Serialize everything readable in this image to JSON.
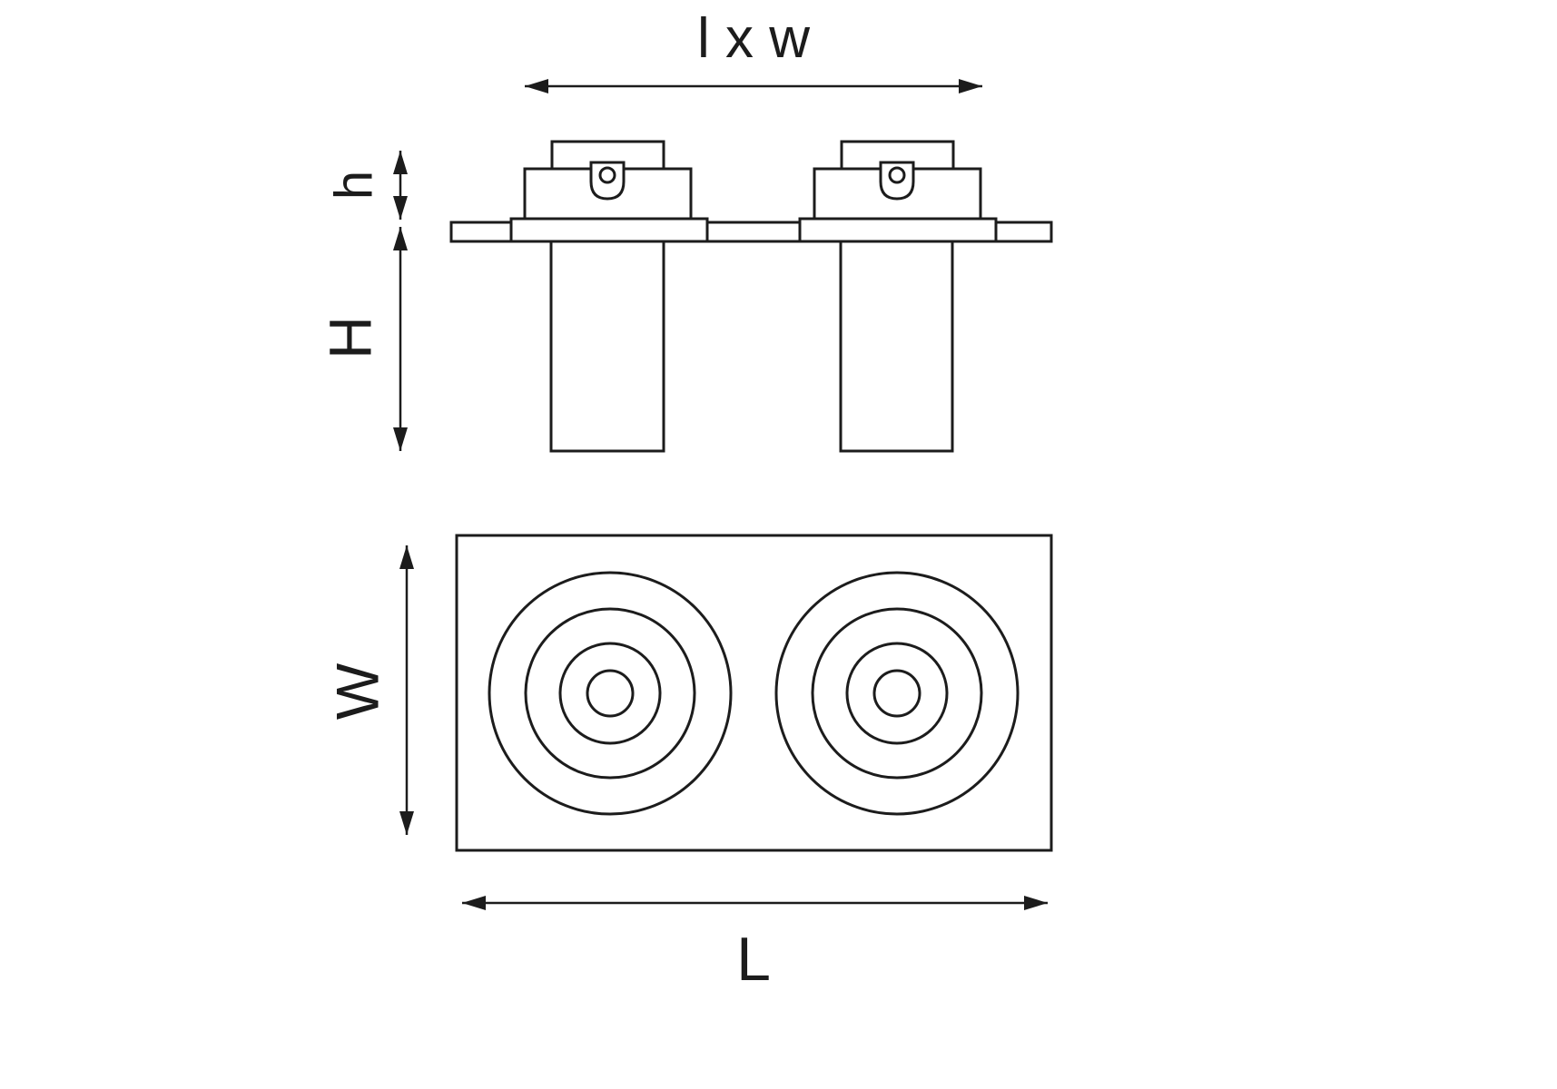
{
  "drawing": {
    "labels": {
      "top_width": "l x w",
      "small_height": "h",
      "height": "H",
      "width": "W",
      "length": "L"
    },
    "colors": {
      "line": "#1c1c1c",
      "background": "#ffffff"
    }
  }
}
